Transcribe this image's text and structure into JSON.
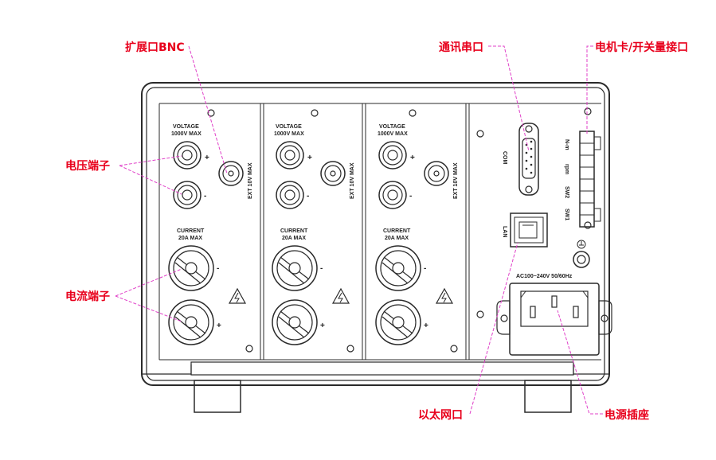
{
  "callouts": {
    "bnc_expansion": "扩展口BNC",
    "serial_port": "通讯串口",
    "motor_card": "电机卡/开关量接口",
    "voltage_terminals": "电压端子",
    "current_terminals": "电流端子",
    "ethernet_port": "以太网口",
    "power_socket": "电源插座"
  },
  "panel_labels": {
    "voltage": "VOLTAGE",
    "voltage_max": "1000V MAX",
    "current": "CURRENT",
    "current_max": "20A MAX",
    "ext": "EXT 10V MAX",
    "com": "COM",
    "lan": "LAN",
    "ac_rating": "AC100~240V 50/60Hz",
    "nm": "N-m",
    "rpm": "rpm",
    "sw2": "SW2",
    "sw1": "SW1",
    "plus": "+",
    "minus": "-"
  },
  "colors": {
    "callout_text": "#e8001c",
    "leader_line": "#e040c8",
    "outline": "#2a2a2a"
  }
}
